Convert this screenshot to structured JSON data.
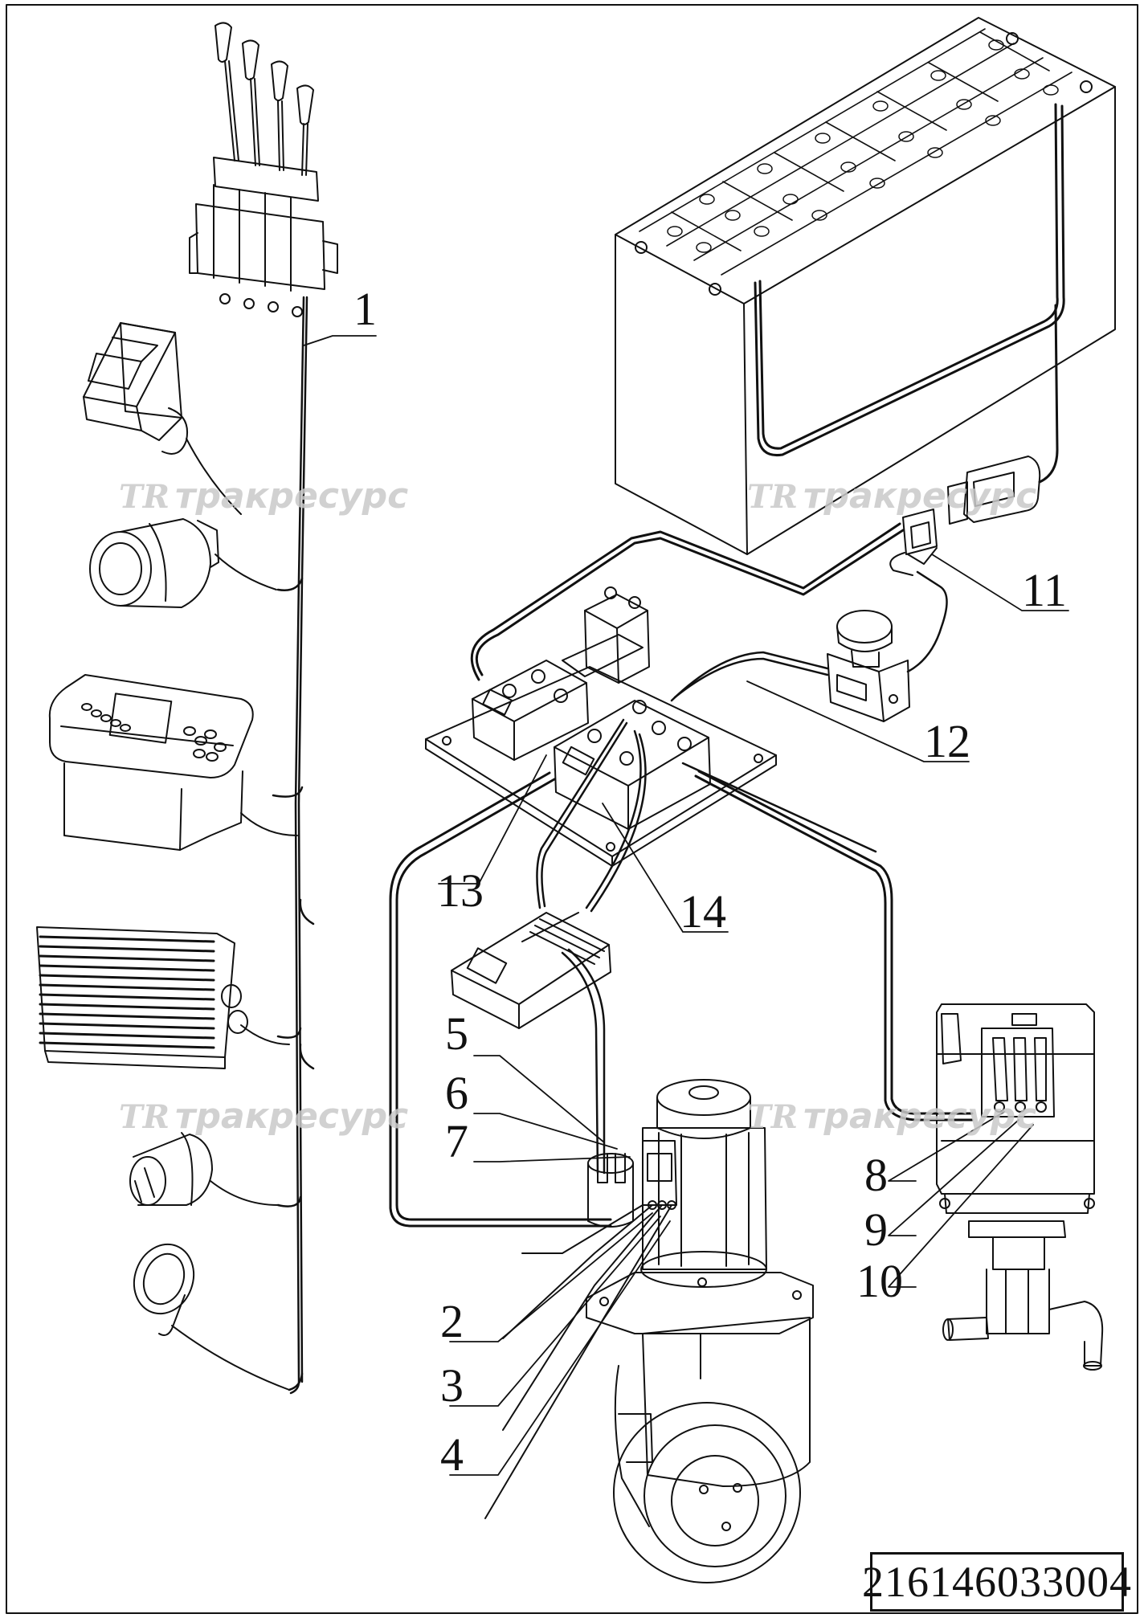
{
  "drawing_number": "216146033004",
  "watermark": {
    "logo": "TR",
    "text": "тракресурс"
  },
  "callouts": [
    "1",
    "2",
    "3",
    "4",
    "5",
    "6",
    "7",
    "8",
    "9",
    "10",
    "11",
    "12",
    "13",
    "14"
  ],
  "components": [
    "control-valve-lever-icon",
    "rocker-switch-icon",
    "push-button-icon",
    "display-panel-icon",
    "controller-heatsink-icon",
    "key-switch-icon",
    "horn-icon",
    "battery-icon",
    "battery-connector-icon",
    "emergency-stop-icon",
    "contactor-panel-icon",
    "motor-controller-icon",
    "drive-wheel-motor-icon",
    "pump-motor-icon"
  ]
}
